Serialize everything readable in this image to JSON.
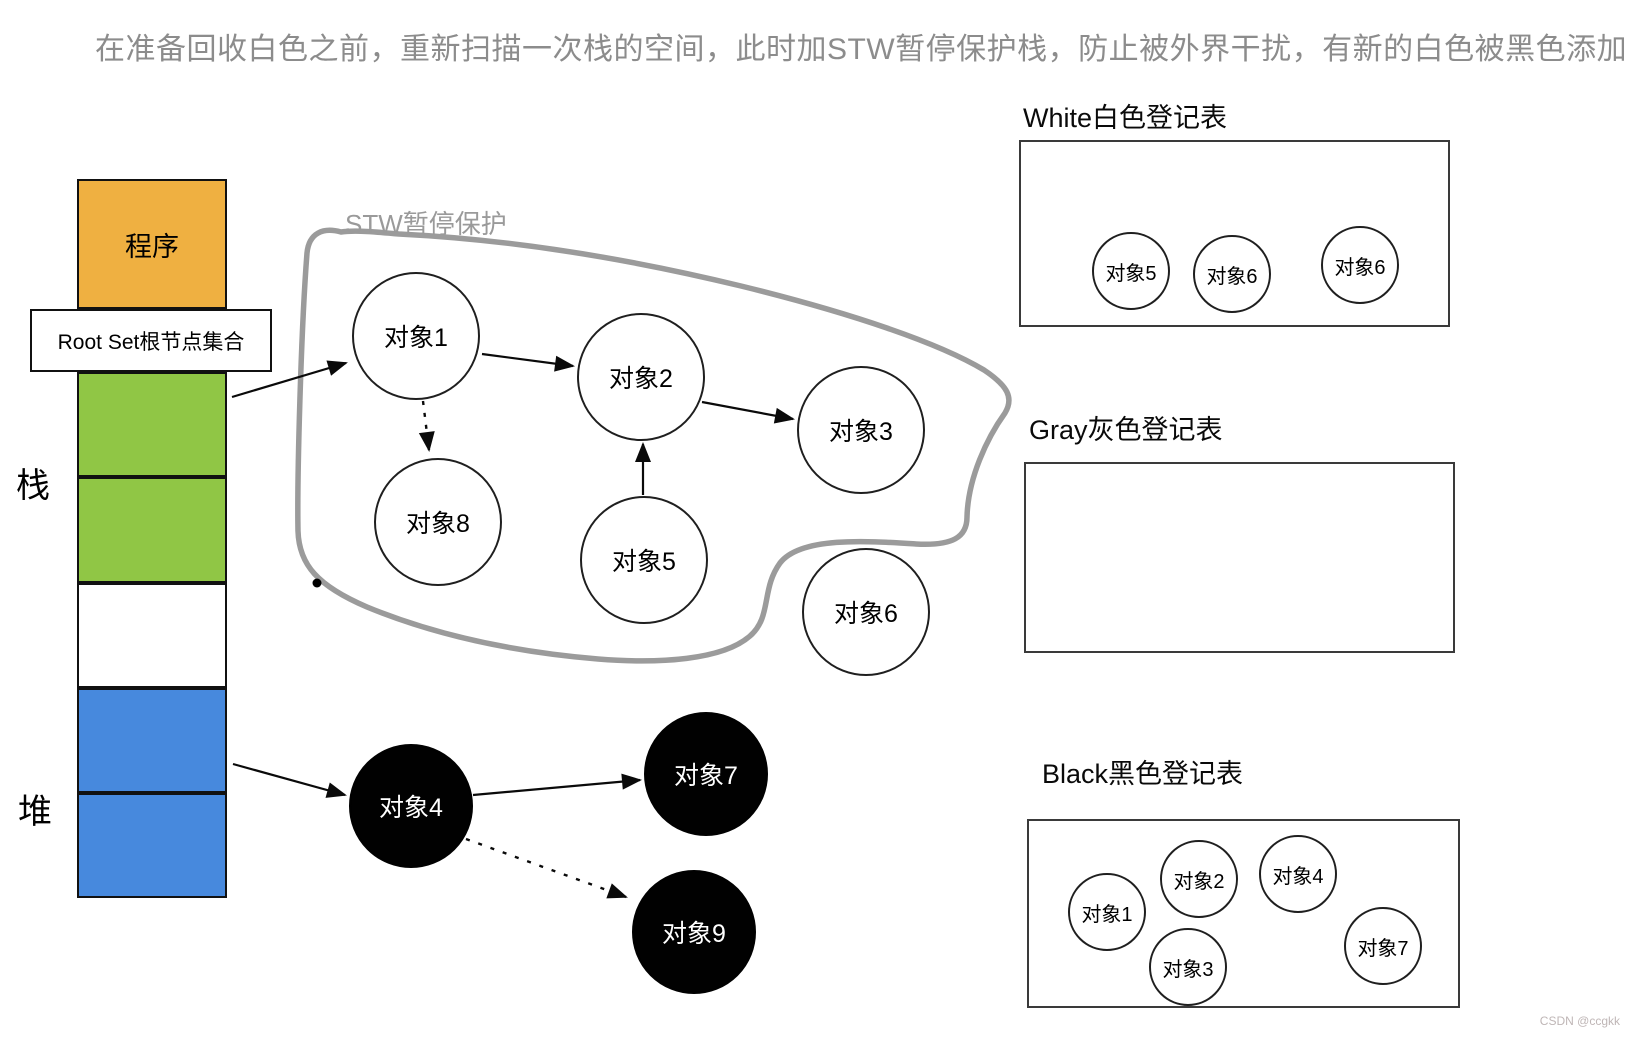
{
  "title": "在准备回收白色之前，重新扫描一次栈的空间，此时加STW暂停保护栈，防止被外界干扰，有新的白色被黑色添加",
  "watermark": "CSDN @ccgkk",
  "stack": {
    "program_label": "程序",
    "root_set_label": "Root Set根节点集合",
    "stack_label": "栈",
    "heap_label": "堆",
    "colors": {
      "program": "#efb041",
      "stack_segment": "#90c645",
      "free_segment": "#ffffff",
      "heap_segment": "#4789dd"
    }
  },
  "stw": {
    "label": "STW暂停保护",
    "outline_color": "#9b9b9b"
  },
  "graph": {
    "nodes": [
      {
        "id": "obj1",
        "label": "对象1",
        "color": "white"
      },
      {
        "id": "obj2",
        "label": "对象2",
        "color": "white"
      },
      {
        "id": "obj3",
        "label": "对象3",
        "color": "white"
      },
      {
        "id": "obj8",
        "label": "对象8",
        "color": "white"
      },
      {
        "id": "obj5",
        "label": "对象5",
        "color": "white"
      },
      {
        "id": "obj6",
        "label": "对象6",
        "color": "white"
      },
      {
        "id": "obj4",
        "label": "对象4",
        "color": "black"
      },
      {
        "id": "obj7",
        "label": "对象7",
        "color": "black"
      },
      {
        "id": "obj9",
        "label": "对象9",
        "color": "black"
      }
    ],
    "edges": [
      {
        "from": "root-set-stack",
        "to": "obj1",
        "style": "solid"
      },
      {
        "from": "obj1",
        "to": "obj2",
        "style": "solid"
      },
      {
        "from": "obj2",
        "to": "obj3",
        "style": "solid"
      },
      {
        "from": "obj1",
        "to": "obj8",
        "style": "dashed"
      },
      {
        "from": "obj5",
        "to": "obj2",
        "style": "solid"
      },
      {
        "from": "root-set-heap",
        "to": "obj4",
        "style": "solid"
      },
      {
        "from": "obj4",
        "to": "obj7",
        "style": "solid"
      },
      {
        "from": "obj4",
        "to": "obj9",
        "style": "dashed"
      }
    ]
  },
  "tables": {
    "white": {
      "title": "White白色登记表",
      "items": [
        "对象5",
        "对象6",
        "对象6"
      ]
    },
    "gray": {
      "title": "Gray灰色登记表",
      "items": []
    },
    "black": {
      "title": "Black黑色登记表",
      "items": [
        "对象1",
        "对象2",
        "对象4",
        "对象3",
        "对象7"
      ]
    }
  }
}
